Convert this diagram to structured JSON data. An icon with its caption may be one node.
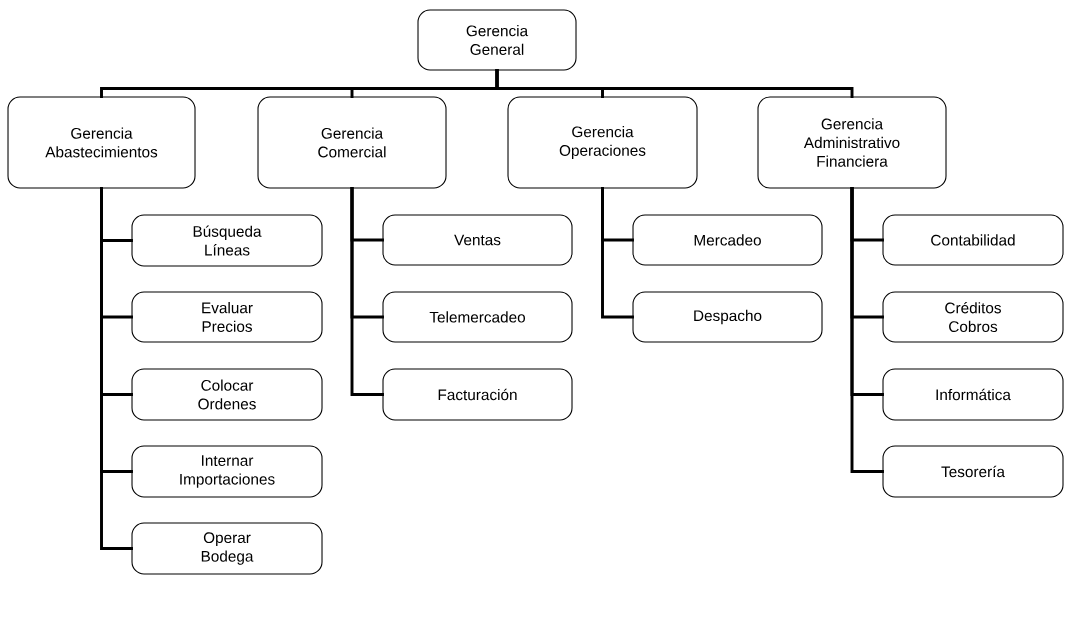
{
  "diagram": {
    "nodes": [
      {
        "text": [
          "Gerencia General"
        ]
      },
      {
        "text": [
          "Gerencia Abastecimientos"
        ]
      },
      {
        "text": [
          "Gerencia Comercial"
        ]
      },
      {
        "text": [
          "Gerencia Operaciones"
        ]
      },
      {
        "text": [
          "Gerencia Administrativo Financiera"
        ]
      },
      {
        "text": [
          "Búsqueda Líneas"
        ]
      },
      {
        "text": [
          "Evaluar Precios"
        ]
      },
      {
        "text": [
          "Colocar Ordenes"
        ]
      },
      {
        "text": [
          "Internar Importaciones"
        ]
      },
      {
        "text": [
          "Operar Bodega"
        ]
      },
      {
        "text": [
          "Ventas"
        ]
      },
      {
        "text": [
          "Telemercadeo"
        ]
      },
      {
        "text": [
          "Facturación"
        ]
      },
      {
        "text": [
          "Mercadeo"
        ]
      },
      {
        "text": [
          "Despacho"
        ]
      },
      {
        "text": [
          "Contabilidad"
        ]
      },
      {
        "text": [
          "Créditos Cobros"
        ]
      },
      {
        "text": [
          "Informática"
        ]
      },
      {
        "text": [
          "Tesorería"
        ]
      }
    ],
    "edges": [
      {
        "from": 0,
        "to": 1,
        "arrow": "none"
      },
      {
        "from": 0,
        "to": 2,
        "arrow": "none"
      },
      {
        "from": 0,
        "to": 3,
        "arrow": "none"
      },
      {
        "from": 0,
        "to": 4,
        "arrow": "none"
      },
      {
        "from": 1,
        "to": 5,
        "arrow": "none"
      },
      {
        "from": 1,
        "to": 6,
        "arrow": "none"
      },
      {
        "from": 1,
        "to": 7,
        "arrow": "none"
      },
      {
        "from": 1,
        "to": 8,
        "arrow": "none"
      },
      {
        "from": 1,
        "to": 9,
        "arrow": "none"
      },
      {
        "from": 2,
        "to": 10,
        "arrow": "none"
      },
      {
        "from": 2,
        "to": 11,
        "arrow": "none"
      },
      {
        "from": 2,
        "to": 12,
        "arrow": "none"
      },
      {
        "from": 3,
        "to": 13,
        "arrow": "none"
      },
      {
        "from": 3,
        "to": 14,
        "arrow": "none"
      },
      {
        "from": 4,
        "to": 15,
        "arrow": "none"
      },
      {
        "from": 4,
        "to": 16,
        "arrow": "none"
      },
      {
        "from": 4,
        "to": 17,
        "arrow": "none"
      },
      {
        "from": 4,
        "to": 18,
        "arrow": "none"
      }
    ]
  }
}
